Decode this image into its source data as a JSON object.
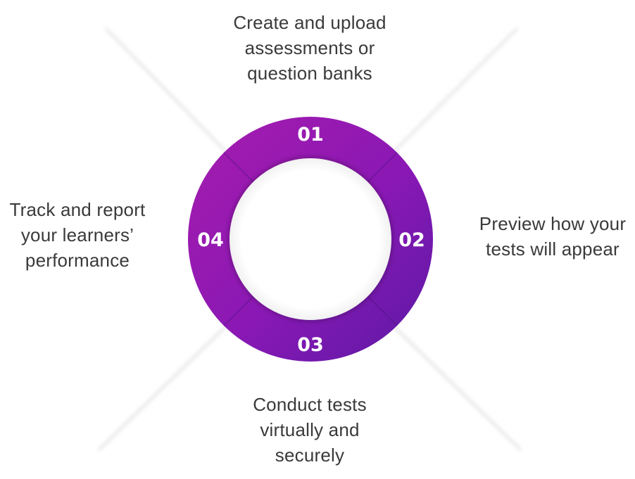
{
  "steps": [
    {
      "number": "01",
      "text": "Create and upload\nassessments or\nquestion banks"
    },
    {
      "number": "02",
      "text": "Preview how your\ntests will appear"
    },
    {
      "number": "03",
      "text": "Conduct tests\nvirtually and\nsecurely"
    },
    {
      "number": "04",
      "text": "Track and report\nyour learners’\nperformance"
    }
  ],
  "colors": {
    "ring_light": "#a21caf",
    "ring_dark": "#5b1aa6",
    "text": "#3a3a3a"
  }
}
